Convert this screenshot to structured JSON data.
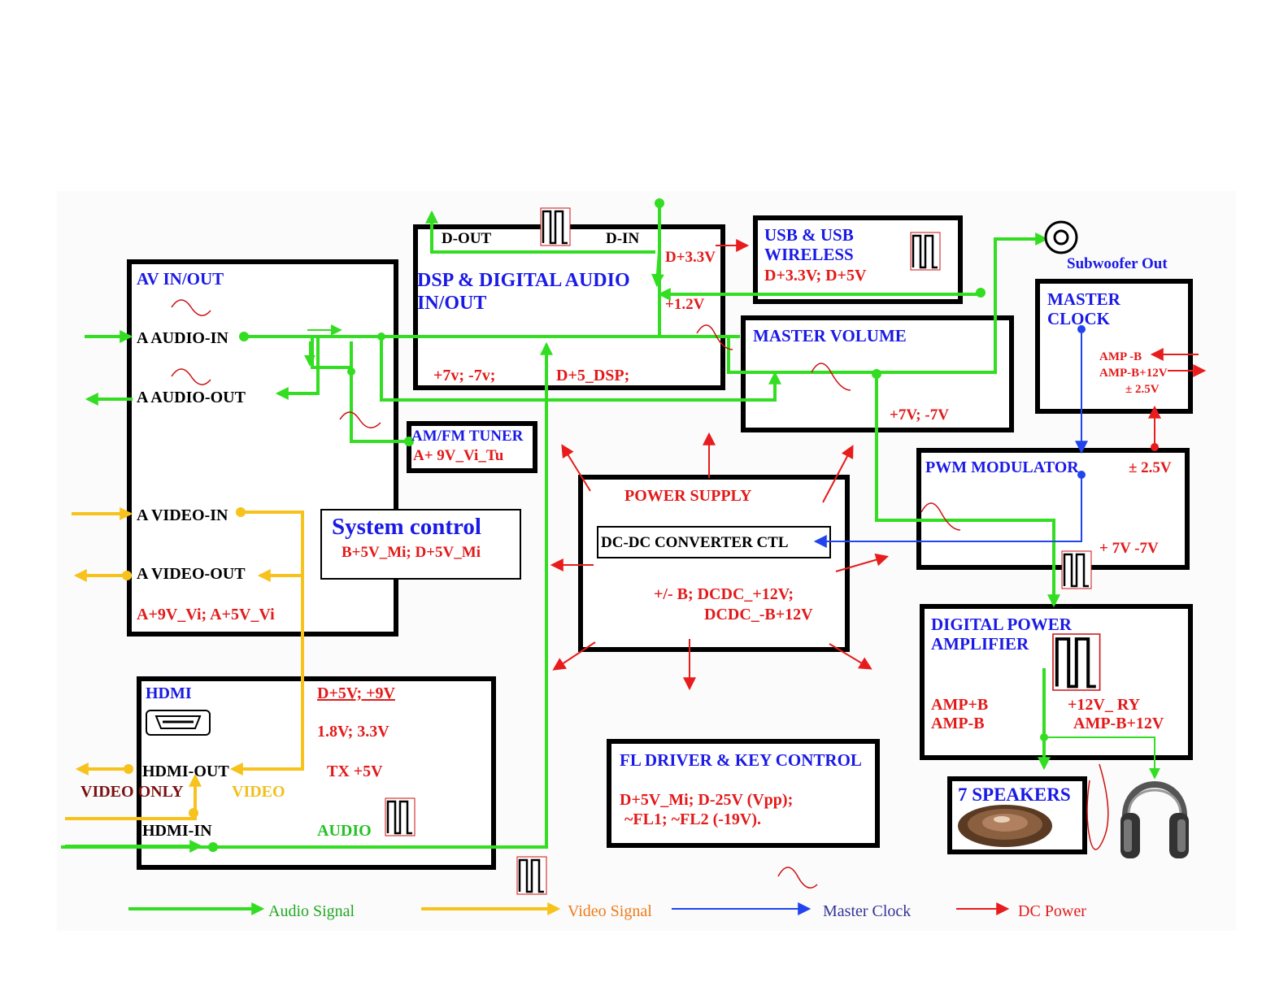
{
  "blocks": {
    "av": {
      "title": "AV IN/OUT",
      "audio_in": "A AUDIO-IN",
      "audio_out": "A AUDIO-OUT",
      "video_in": "A VIDEO-IN",
      "video_out": "A VIDEO-OUT",
      "power": "A+9V_Vi; A+5V_Vi"
    },
    "dsp": {
      "d_out": "D-OUT",
      "d_in": "D-IN",
      "title_1": "DSP & DIGITAL AUDIO",
      "title_2": "IN/OUT",
      "v33": "D+3.3V",
      "v12": "+1.2V",
      "v7": "+7v; -7v;",
      "v5": "D+5_DSP;"
    },
    "usb": {
      "title_1": "USB & USB",
      "title_2": "WIRELESS",
      "power": "D+3.3V; D+5V"
    },
    "subwoofer": {
      "label": "Subwoofer Out"
    },
    "master_clock": {
      "title_1": "MASTER",
      "title_2": "CLOCK",
      "amp_b": "AMP -B",
      "amp_b12": "AMP-B+12V",
      "v25": "± 2.5V"
    },
    "master_volume": {
      "title": "MASTER VOLUME",
      "power": "+7V; -7V"
    },
    "tuner": {
      "title": "AM/FM TUNER",
      "power": "A+ 9V_Vi_Tu"
    },
    "power_supply": {
      "title": "POWER SUPPLY",
      "dcdc": "DC-DC CONVERTER CTL",
      "line1": "+/- B;  DCDC_+12V;",
      "line2": "DCDC_-B+12V"
    },
    "system_control": {
      "title": "System control",
      "power": "B+5V_Mi; D+5V_Mi"
    },
    "pwm": {
      "title": "PWM MODULATOR",
      "v25": "± 2.5V",
      "v7": "+ 7V -7V"
    },
    "dpa": {
      "title_1": "DIGITAL POWER",
      "title_2": "AMPLIFIER",
      "amp_pb": "AMP+B",
      "amp_mb": "AMP-B",
      "ry": "+12V_ RY",
      "amp_b12": "AMP-B+12V"
    },
    "hdmi": {
      "title": "HDMI",
      "power1": "D+5V; +9V",
      "power2": "1.8V; 3.3V",
      "power3": "TX +5V",
      "hdmi_out": "HDMI-OUT",
      "hdmi_in": "HDMI-IN",
      "video_only": "VIDEO ONLY",
      "video": "VIDEO",
      "audio": "AUDIO"
    },
    "fl_driver": {
      "title": "FL DRIVER & KEY CONTROL",
      "line1": "D+5V_Mi; D-25V (Vpp);",
      "line2": "~FL1; ~FL2 (-19V)."
    },
    "speakers": {
      "title": "7 SPEAKERS"
    }
  },
  "legend": {
    "audio": "Audio Signal",
    "video": "Video Signal",
    "clock": "Master Clock",
    "dc": "DC Power"
  },
  "colors": {
    "audio": "#33dd22",
    "video": "#f7c21c",
    "clock": "#2244ee",
    "dc": "#e81c1c",
    "title_blue": "#1a1ae6",
    "power_red": "#e31a1a"
  },
  "icons": [
    "hdmi-port-icon",
    "speaker-icon",
    "headphones-icon",
    "subwoofer-jack-icon",
    "square-wave-icon",
    "sine-wave-icon"
  ]
}
